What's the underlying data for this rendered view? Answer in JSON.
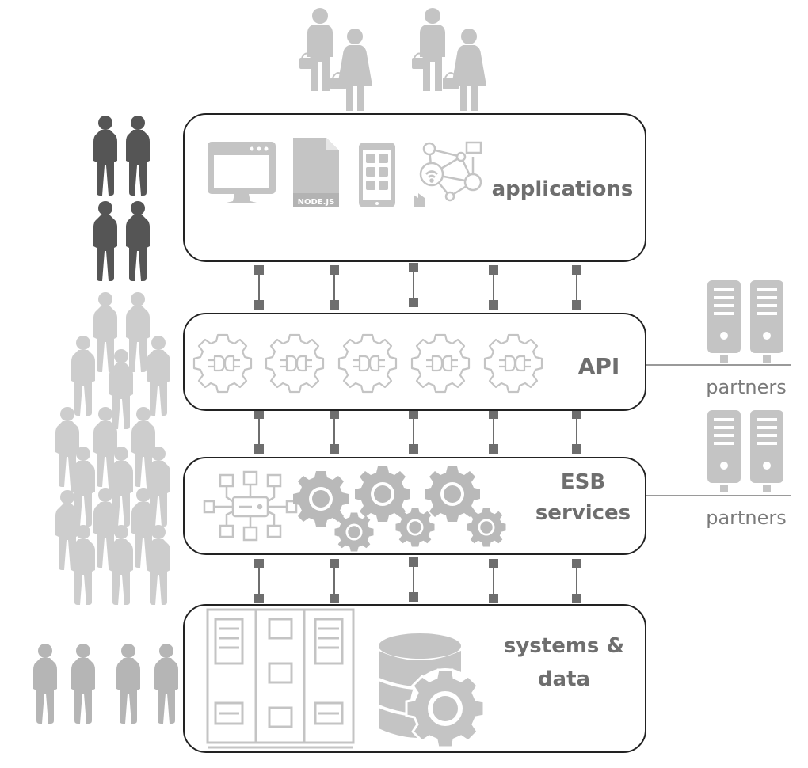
{
  "layers": {
    "applications": {
      "title": "applications"
    },
    "api": {
      "title": "API"
    },
    "esb": {
      "title_line1": "ESB",
      "title_line2": "services"
    },
    "systems": {
      "title_line1": "systems &",
      "title_line2": "data"
    }
  },
  "icons": {
    "nodejs_label": "NODE.JS"
  },
  "partners": {
    "label_upper": "partners",
    "label_lower": "partners"
  },
  "colors": {
    "box_stroke": "#222222",
    "icon_gray": "#c4c4c4",
    "dark_person": "#555555",
    "light_person": "#cdcdcd",
    "mid_person": "#b5b5b5",
    "connector": "#6e6e6e",
    "text_gray": "#6e6e6e"
  }
}
